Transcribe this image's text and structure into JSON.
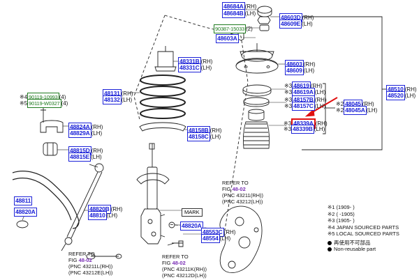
{
  "parts": [
    {
      "id": "p48684A",
      "num": "48684A",
      "suffix": "(RH)",
      "color": "blue"
    },
    {
      "id": "p48684B",
      "num": "48684B",
      "suffix": "(LH)",
      "color": "blue"
    },
    {
      "id": "p48603D",
      "num": "48603D",
      "suffix": "(RH)",
      "color": "blue"
    },
    {
      "id": "p48609E",
      "num": "48609E",
      "suffix": "(LH)",
      "color": "blue"
    },
    {
      "id": "p90387",
      "num": "90387-15033",
      "suffix": "(2)",
      "color": "green"
    },
    {
      "id": "p48603A",
      "num": "48603A",
      "suffix": "",
      "color": "blue"
    },
    {
      "id": "p48331B",
      "num": "48331B",
      "suffix": "(RH)",
      "color": "blue"
    },
    {
      "id": "p48331C",
      "num": "48331C",
      "suffix": "(LH)",
      "color": "blue"
    },
    {
      "id": "p48603",
      "num": "48603",
      "suffix": "(RH)",
      "color": "blue"
    },
    {
      "id": "p48609",
      "num": "48609",
      "suffix": "(LH)",
      "color": "blue"
    },
    {
      "id": "p48619",
      "num": "48619",
      "suffix": "(RH)",
      "mark": "※3",
      "color": "blue"
    },
    {
      "id": "p48619A",
      "num": "48619A",
      "suffix": "(LH)",
      "mark": "※3",
      "color": "blue"
    },
    {
      "id": "p48157B",
      "num": "48157B",
      "suffix": "(RH)",
      "mark": "※3",
      "color": "blue"
    },
    {
      "id": "p48157C",
      "num": "48157C",
      "suffix": "(LH)",
      "mark": "※3",
      "color": "blue"
    },
    {
      "id": "p48045",
      "num": "48045",
      "suffix": "(RH)",
      "mark": "※2",
      "color": "blue"
    },
    {
      "id": "p48045A",
      "num": "48045A",
      "suffix": "(LH)",
      "mark": "※2",
      "color": "blue"
    },
    {
      "id": "p48510",
      "num": "48510",
      "suffix": "(RH)",
      "color": "blue"
    },
    {
      "id": "p48520",
      "num": "48520",
      "suffix": "(LH)",
      "color": "blue"
    },
    {
      "id": "p48131",
      "num": "48131",
      "suffix": "(RH)",
      "color": "blue"
    },
    {
      "id": "p48132",
      "num": "48132",
      "suffix": "(LH)",
      "color": "blue"
    },
    {
      "id": "p48339A",
      "num": "48339A",
      "suffix": "(RH)",
      "mark": "※3",
      "color": "blue",
      "highlight": true
    },
    {
      "id": "p48339B",
      "num": "48339B",
      "suffix": "(LH)",
      "mark": "※3",
      "color": "blue"
    },
    {
      "id": "p48158B",
      "num": "48158B",
      "suffix": "(RH)",
      "color": "blue"
    },
    {
      "id": "p48158C",
      "num": "48158C",
      "suffix": "(LH)",
      "color": "blue"
    },
    {
      "id": "p90119a",
      "num": "90119-10993",
      "suffix": "(4)",
      "mark": "※4",
      "color": "green"
    },
    {
      "id": "p90119b",
      "num": "90119-W0327",
      "suffix": "(4)",
      "mark": "※5",
      "color": "green"
    },
    {
      "id": "p48824A",
      "num": "48824A",
      "suffix": "(RH)",
      "color": "blue"
    },
    {
      "id": "p48829A",
      "num": "48829A",
      "suffix": "(LH)",
      "color": "blue"
    },
    {
      "id": "p48815D",
      "num": "48815D",
      "suffix": "(RH)",
      "color": "blue"
    },
    {
      "id": "p48815E",
      "num": "48815E",
      "suffix": "(LH)",
      "color": "blue"
    },
    {
      "id": "p48811",
      "num": "48811",
      "suffix": "",
      "color": "blue"
    },
    {
      "id": "p48820A",
      "num": "48820A",
      "suffix": "",
      "color": "blue"
    },
    {
      "id": "p48820B",
      "num": "48820B",
      "suffix": "(RH)",
      "color": "blue"
    },
    {
      "id": "p48810",
      "num": "48810",
      "suffix": "(LH)",
      "color": "blue"
    },
    {
      "id": "p48820Aa",
      "num": "48820A",
      "suffix": "",
      "color": "blue"
    },
    {
      "id": "p48553C",
      "num": "48553C",
      "suffix": "(RH)",
      "color": "blue"
    },
    {
      "id": "p48554",
      "num": "48554",
      "suffix": "(LH)",
      "color": "blue"
    }
  ],
  "mark_label": "MARK",
  "references": [
    {
      "id": "ref1",
      "title": "REFER TO",
      "fig_label": "FIG",
      "fig": "48-02",
      "pnc": [
        "(PNC 43211(RH))",
        "(PNC 43212(LH))"
      ]
    },
    {
      "id": "ref2",
      "title": "REFER TO",
      "fig_label": "FIG",
      "fig": "48-02",
      "pnc": [
        "(PNC 43211L(RH))",
        "(PNC 43212E(LH))"
      ]
    },
    {
      "id": "ref3",
      "title": "REFER TO",
      "fig_label": "FIG",
      "fig": "48-02",
      "pnc": [
        "(PNC 43211K(RH))",
        "(PNC 43212D(LH))"
      ]
    }
  ],
  "legend": [
    "※1 (1909-      )",
    "※2 (      -1905)",
    "※3 (1905-      )",
    "※4 JAPAN SOURCED PARTS",
    "※5 LOCAL SOURCED PARTS"
  ],
  "legend_dots": [
    "再使用不可部品",
    "Non-reusable part"
  ],
  "colors": {
    "part_blue": "#1c22d8",
    "part_green": "#1e7a1e",
    "highlight": "#e01010",
    "fig_purple": "#7a2fb5"
  }
}
